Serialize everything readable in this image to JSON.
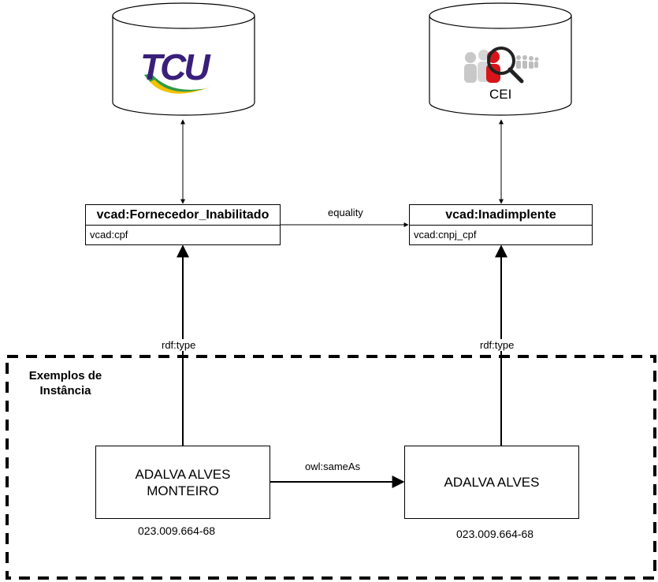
{
  "databases": [
    {
      "name": "TCU",
      "logo_text": "TCU",
      "logo_colors": {
        "letters": "#3a1f7a",
        "swoosh_green": "#2e9a47",
        "swoosh_yellow": "#f2c200"
      }
    },
    {
      "name": "CEI",
      "label": "CEI",
      "icon": "search-people-icon"
    }
  ],
  "classes": [
    {
      "title": "vcad:Fornecedor_Inabilitado",
      "attribute": "vcad:cpf"
    },
    {
      "title": "vcad:Inadimplente",
      "attribute": "vcad:cnpj_cpf"
    }
  ],
  "edges": {
    "equality": "equality",
    "rdf_type_left": "rdf:type",
    "rdf_type_right": "rdf:type",
    "same_as": "owl:sameAs"
  },
  "group": {
    "label": "Exemplos de\nInstância"
  },
  "instances": [
    {
      "name": "ADALVA ALVES\nMONTEIRO",
      "id": "023.009.664-68"
    },
    {
      "name": "ADALVA ALVES",
      "id": "023.009.664-68"
    }
  ]
}
